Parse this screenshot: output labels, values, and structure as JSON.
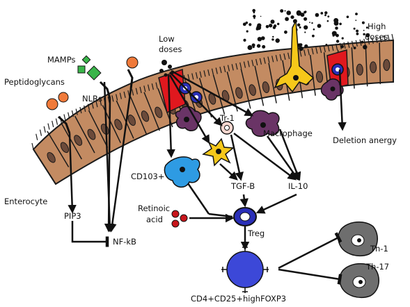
{
  "labels": {
    "mamps": "MAMPs",
    "peptidoglycans": "Peptidoglycans",
    "nlrs": "NLRs",
    "low_doses_1": "Low",
    "low_doses_2": "doses",
    "high_doses_1": "High",
    "high_doses_2": "doses",
    "tr1": "Tr-1",
    "macrophage": "Macrophage",
    "deletion_anergy": "Deletion anergy",
    "cd103": "CD103+",
    "tgfb": "TGF-B",
    "il10": "IL-10",
    "enterocyte": "Enterocyte",
    "pip3": "PIP3",
    "nfkb": "NF-kB",
    "retinoic_1": "Retinoic",
    "retinoic_2": "acid",
    "treg": "Treg",
    "th1": "Th-1",
    "th17": "Th-17",
    "cd4": "CD4+CD25+highFOXP3"
  },
  "colors": {
    "epithelium": "#c38b62",
    "nucleus": "#6b4a3a",
    "mamp": "#3ab54a",
    "peptidoglycan": "#f07a3a",
    "receptor": "#1a1a1a",
    "m_cell": "#e0181e",
    "dendritic_yellow": "#f6c81a",
    "macrophage": "#6a3466",
    "cd103": "#2e9be3",
    "treg": "#2a2fb8",
    "treg_blob": "#3c48d8",
    "retinoic": "#c8161c",
    "th_cell": "#6e6e6e",
    "tr1": "#f6d7d0",
    "arrow": "#111111"
  }
}
